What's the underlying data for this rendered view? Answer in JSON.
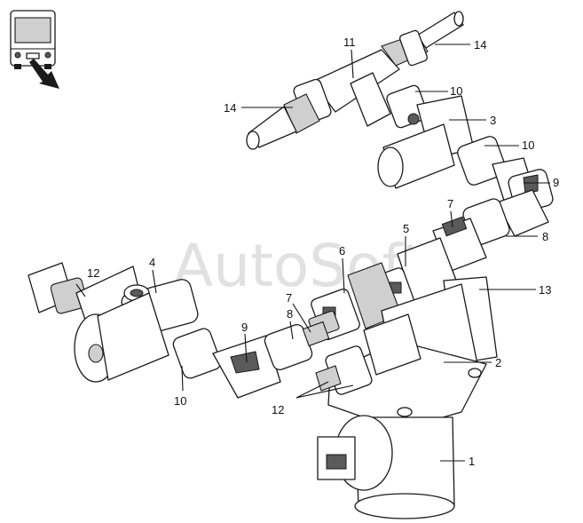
{
  "watermark": "AutoSoft",
  "callouts": [
    {
      "id": "c11",
      "text": "11"
    },
    {
      "id": "c14a",
      "text": "14"
    },
    {
      "id": "c14b",
      "text": "14"
    },
    {
      "id": "c10a",
      "text": "10"
    },
    {
      "id": "c3",
      "text": "3"
    },
    {
      "id": "c10b",
      "text": "10"
    },
    {
      "id": "c9a",
      "text": "9"
    },
    {
      "id": "c7a",
      "text": "7"
    },
    {
      "id": "c5",
      "text": "5"
    },
    {
      "id": "c8a",
      "text": "8"
    },
    {
      "id": "c6",
      "text": "6"
    },
    {
      "id": "c4",
      "text": "4"
    },
    {
      "id": "c12a",
      "text": "12"
    },
    {
      "id": "c13",
      "text": "13"
    },
    {
      "id": "c7b",
      "text": "7"
    },
    {
      "id": "c8b",
      "text": "8"
    },
    {
      "id": "c9b",
      "text": "9"
    },
    {
      "id": "c2",
      "text": "2"
    },
    {
      "id": "c10c",
      "text": "10"
    },
    {
      "id": "c12b",
      "text": "12"
    },
    {
      "id": "c1",
      "text": "1"
    }
  ],
  "icons": {
    "view_indicator": "bus-front-view-icon"
  }
}
